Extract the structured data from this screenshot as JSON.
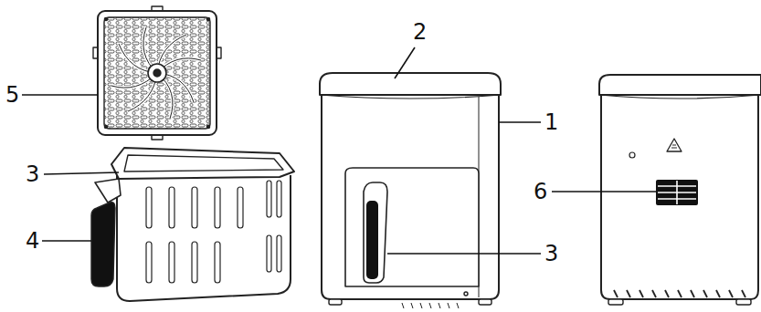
{
  "diagram": {
    "labels": [
      "2",
      "5",
      "1",
      "3",
      "6",
      "4",
      "3"
    ]
  }
}
